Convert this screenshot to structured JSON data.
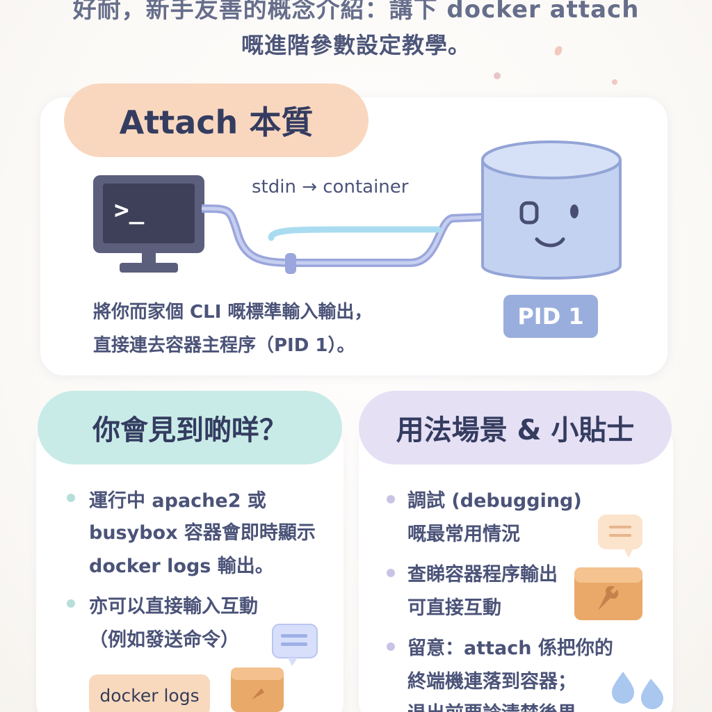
{
  "intro": {
    "line1": "好耐，新手友善的概念介紹：講下 docker attach",
    "line2": "嘅進階參數設定教學。"
  },
  "top_section": {
    "title": "Attach 本質",
    "stdin_label": "stdin → container",
    "terminal_prompt": ">_",
    "pid_badge": "PID 1",
    "desc_line1": "將你而家個 CLI 嘅標準輸入輸出，",
    "desc_line2": "直接連去容器主程序（PID 1）。"
  },
  "left_section": {
    "title": "你會見到啲咩？",
    "bullets": [
      {
        "lines": [
          "運行中 apache2 或",
          "busybox 容器會即時顯示",
          "docker logs 輸出。"
        ]
      },
      {
        "lines": [
          "亦可以直接輸入互動",
          "（例如發送命令）"
        ]
      }
    ],
    "tag": "docker logs"
  },
  "right_section": {
    "title": "用法場景 & 小貼士",
    "bullets": [
      {
        "lines": [
          "調試 (debugging)",
          "嘅最常用情況"
        ]
      },
      {
        "lines": [
          "查睇容器程序輸出",
          "可直接互動"
        ]
      },
      {
        "lines": [
          "留意：attach 係把你的",
          "終端機連落到容器；",
          "退出前要諗清楚後果"
        ]
      }
    ]
  },
  "colors": {
    "pill_attach": "#f9d7bf",
    "pill_see": "#c9ebe7",
    "pill_use": "#e6e0f5",
    "pid_badge": "#9aaedd",
    "cylinder": "#c3d2f1",
    "tag_logs": "#f8d9bd",
    "bullet_left": "#b7dfda",
    "bullet_right": "#c9c3e6"
  },
  "icons": [
    "terminal-icon",
    "container-face-icon",
    "cable-connector",
    "chat-bubble-icon",
    "toolbox-icon",
    "box-icon",
    "water-drops-icon"
  ]
}
